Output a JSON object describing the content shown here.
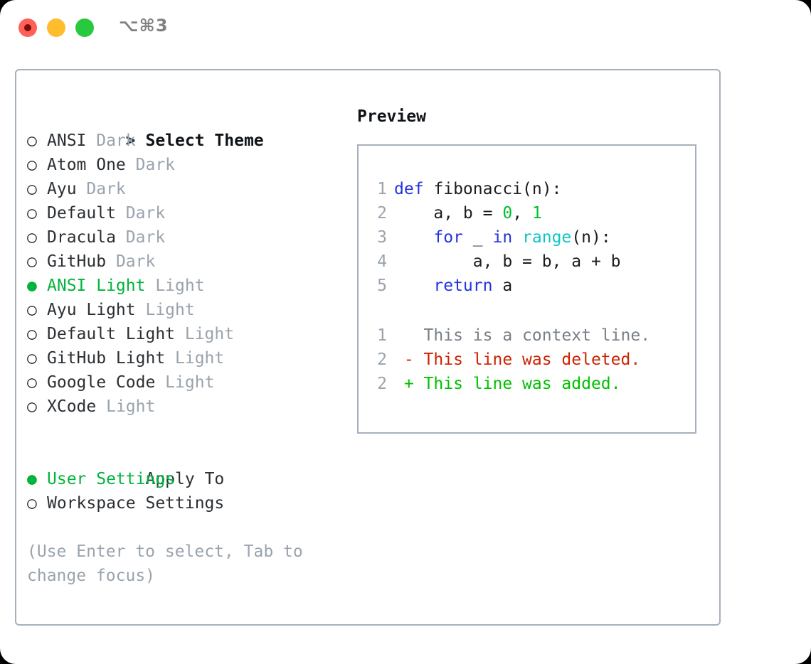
{
  "window": {
    "shortcut": "⌥⌘3",
    "lights": [
      {
        "name": "close",
        "color": "#ff6058"
      },
      {
        "name": "minimize",
        "color": "#ffbd2e"
      },
      {
        "name": "zoom",
        "color": "#28c93f"
      }
    ]
  },
  "colors": {
    "accent_green": "#00b33c",
    "muted": "#9aa3ad",
    "border": "#a6b0bd",
    "keyword_blue": "#2233dd",
    "number_green": "#00c02b",
    "function_cyan": "#11c5c5",
    "diff_removed": "#cc2200",
    "diff_added": "#00c000",
    "text": "#2b2f33"
  },
  "theme_picker": {
    "header_marker": ">",
    "header_label": "Select Theme",
    "items": [
      {
        "marker": "○",
        "name": "ANSI",
        "variant": "Dark",
        "selected": false
      },
      {
        "marker": "○",
        "name": "Atom One",
        "variant": "Dark",
        "selected": false
      },
      {
        "marker": "○",
        "name": "Ayu",
        "variant": "Dark",
        "selected": false
      },
      {
        "marker": "○",
        "name": "Default",
        "variant": "Dark",
        "selected": false
      },
      {
        "marker": "○",
        "name": "Dracula",
        "variant": "Dark",
        "selected": false
      },
      {
        "marker": "○",
        "name": "GitHub",
        "variant": "Dark",
        "selected": false
      },
      {
        "marker": "●",
        "name": "ANSI Light",
        "variant": "Light",
        "selected": true
      },
      {
        "marker": "○",
        "name": "Ayu Light",
        "variant": "Light",
        "selected": false
      },
      {
        "marker": "○",
        "name": "Default Light",
        "variant": "Light",
        "selected": false
      },
      {
        "marker": "○",
        "name": "GitHub Light",
        "variant": "Light",
        "selected": false
      },
      {
        "marker": "○",
        "name": "Google Code",
        "variant": "Light",
        "selected": false
      },
      {
        "marker": "○",
        "name": "XCode",
        "variant": "Light",
        "selected": false
      }
    ]
  },
  "apply_to": {
    "header_label": "Apply To",
    "items": [
      {
        "marker": "●",
        "name": "User Settings",
        "selected": true
      },
      {
        "marker": "○",
        "name": "Workspace Settings",
        "selected": false
      }
    ]
  },
  "hint": "(Use Enter to select, Tab to change focus)",
  "preview": {
    "title": "Preview",
    "code_lines": [
      {
        "n": "1",
        "tokens": [
          {
            "t": "def",
            "c": "kw"
          },
          {
            "t": " fibonacci(n):",
            "c": "plain"
          }
        ]
      },
      {
        "n": "2",
        "tokens": [
          {
            "t": "    a, b = ",
            "c": "plain"
          },
          {
            "t": "0",
            "c": "num"
          },
          {
            "t": ", ",
            "c": "plain"
          },
          {
            "t": "1",
            "c": "num"
          }
        ]
      },
      {
        "n": "3",
        "tokens": [
          {
            "t": "    ",
            "c": "plain"
          },
          {
            "t": "for",
            "c": "kw"
          },
          {
            "t": " _ ",
            "c": "plain"
          },
          {
            "t": "in",
            "c": "kw"
          },
          {
            "t": " ",
            "c": "plain"
          },
          {
            "t": "range",
            "c": "fn"
          },
          {
            "t": "(n):",
            "c": "plain"
          }
        ]
      },
      {
        "n": "4",
        "tokens": [
          {
            "t": "        a, b = b, a + b",
            "c": "plain"
          }
        ]
      },
      {
        "n": "5",
        "tokens": [
          {
            "t": "    ",
            "c": "plain"
          },
          {
            "t": "return",
            "c": "kw"
          },
          {
            "t": " a",
            "c": "plain"
          }
        ]
      }
    ],
    "diff_lines": [
      {
        "n": "1",
        "sign": " ",
        "text": " This is a context line.",
        "kind": "ctx"
      },
      {
        "n": "2",
        "sign": "-",
        "text": " This line was deleted.",
        "kind": "del"
      },
      {
        "n": "2",
        "sign": "+",
        "text": " This line was added.",
        "kind": "add"
      }
    ]
  }
}
